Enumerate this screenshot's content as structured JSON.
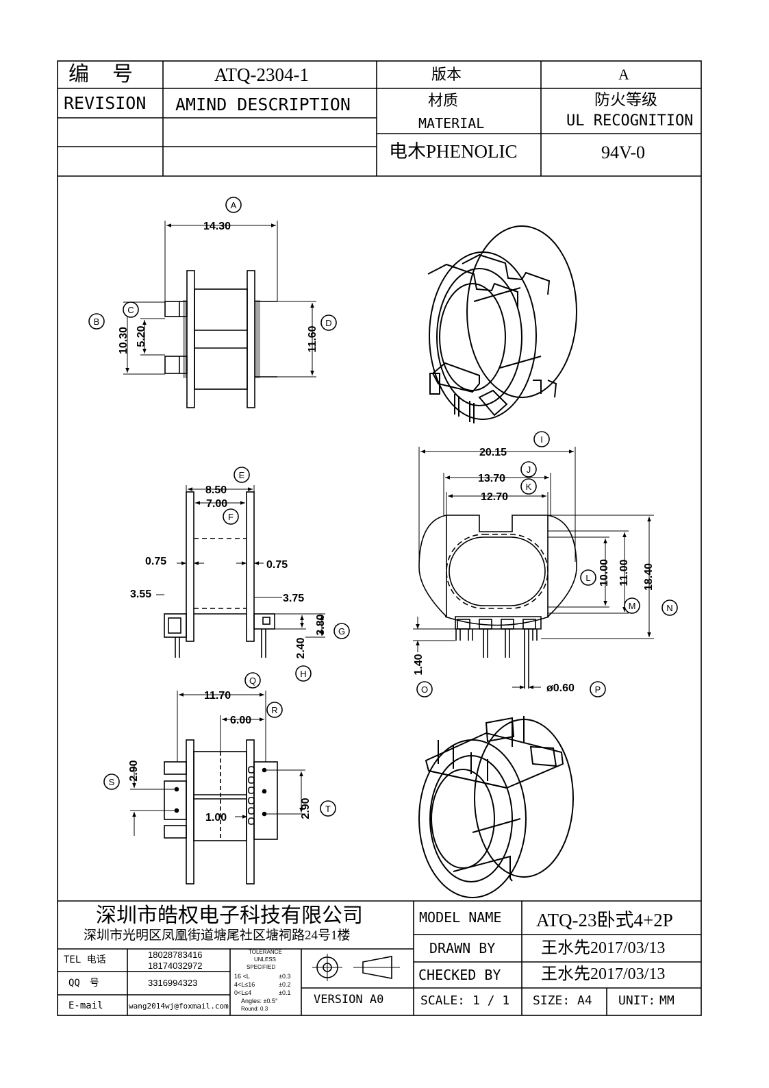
{
  "header": {
    "number_label": "编　号",
    "number_value": "ATQ-2304-1",
    "version_label": "版本",
    "version_value": "A",
    "revision_label": "REVISION",
    "amend_label": "AMIND DESCRIPTION",
    "material_label_cn": "材质",
    "material_label_en": "MATERIAL",
    "ul_label_cn": "防火等级",
    "ul_label_en": "UL RECOGNITION",
    "material_value": "电木PHENOLIC",
    "ul_value": "94V-0"
  },
  "dimensions": {
    "A": "14.30",
    "B": "10.30",
    "C": "5.20",
    "D": "11.60",
    "E": "8.50",
    "F": "7.00",
    "left_wall": "0.75",
    "right_wall": "0.75",
    "left_flange": "3.55",
    "right_flange": "3.75",
    "G": "3.80",
    "H": "2.40",
    "I": "20.15",
    "J": "13.70",
    "K": "12.70",
    "L": "10.00",
    "M": "11.00",
    "N": "18.40",
    "O": "1.40",
    "P": "ø0.60",
    "Q": "11.70",
    "R": "6.00",
    "S": "2.90",
    "T": "2.90",
    "pitch": "1.00"
  },
  "callouts": [
    "A",
    "B",
    "C",
    "D",
    "E",
    "F",
    "G",
    "H",
    "I",
    "J",
    "K",
    "L",
    "M",
    "N",
    "O",
    "P",
    "Q",
    "R",
    "S",
    "T"
  ],
  "footer": {
    "company": "深圳市皓权电子科技有限公司",
    "address": "深圳市光明区凤凰街道塘尾社区塘祠路24号1楼",
    "tel_label": "TEL 电话",
    "tel_1": "18028783416",
    "tel_2": "18174032972",
    "qq_label": "QQ　号",
    "qq_value": "3316994323",
    "email_label": "E-mail",
    "email_value": "wang2014wj@foxmail.com",
    "tolerance_title_1": "TOLERANCE",
    "tolerance_title_2": "UNLESS",
    "tolerance_title_3": "SPECIFIED",
    "tol_rows": [
      {
        "range": "16 <L",
        "tol": "±0.3"
      },
      {
        "range": "4<L≤16",
        "tol": "±0.2"
      },
      {
        "range": "0<L≤4",
        "tol": "±0.1"
      }
    ],
    "tol_angles": "Angles: ±0.5°",
    "tol_round": "Round: 0.3",
    "version": "VERSION A0",
    "model_label": "MODEL NAME",
    "model_value": "ATQ-23卧式4+2P",
    "drawn_label": "DRAWN BY",
    "drawn_value": "王水先2017/03/13",
    "checked_label": "CHECKED BY",
    "checked_value": "王水先2017/03/13",
    "scale_label": "SCALE:",
    "scale_value": "1 / 1",
    "size_label": "SIZE:",
    "size_value": "A4",
    "unit_label": "UNIT:",
    "unit_value": "MM"
  }
}
